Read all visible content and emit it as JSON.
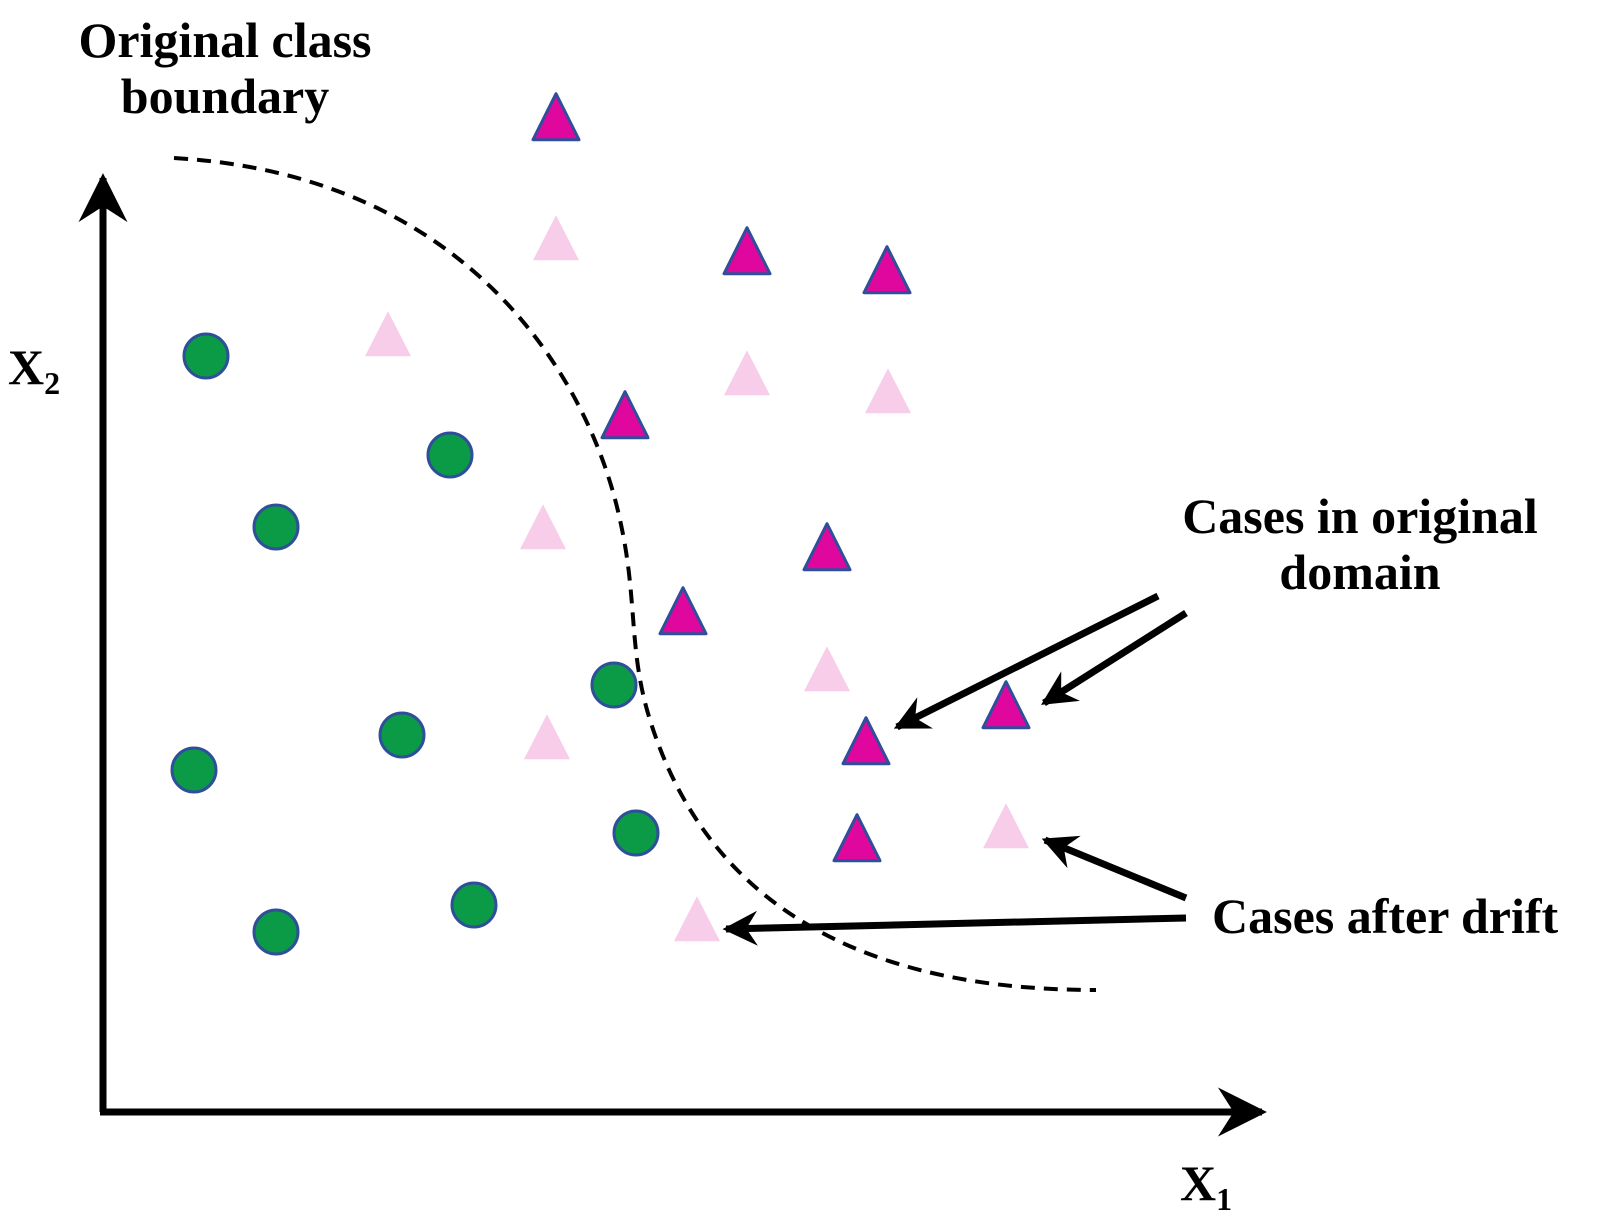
{
  "labels": {
    "boundary_line1": "Original class",
    "boundary_line2": "boundary",
    "original_line1": "Cases in original",
    "original_line2": "domain",
    "drift": "Cases after drift",
    "x_axis_main": "X",
    "x_axis_sub": "1",
    "y_axis_main": "X",
    "y_axis_sub": "2"
  },
  "colors": {
    "class_a_circle": "#0b9a45",
    "class_a_stroke": "#2f4f9a",
    "class_b_original": "#e0079e",
    "class_b_original_stroke": "#2f4f9a",
    "class_b_drift": "#f7cdea",
    "axis": "#000000",
    "boundary": "#000000"
  },
  "icons": {
    "circle_marker": "green-circle",
    "original_marker": "magenta-triangle",
    "drift_marker": "light-pink-triangle",
    "boundary_line": "dashed-curve",
    "axis_arrows": "arrow-head"
  }
}
